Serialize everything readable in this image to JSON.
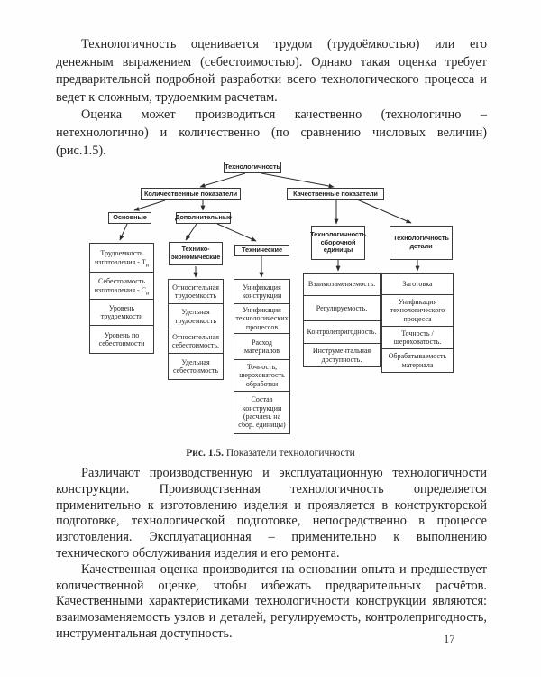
{
  "page": {
    "paragraphs": {
      "p1": "Технологичность оценивается трудом (трудоёмкостью) или его денежным выражением (себестоимостью). Однако такая оценка требует предварительной подробной разработки всего технологического процесса и ведет к сложным, трудоемким расчетам.",
      "p2": "Оценка может производиться качественно (технологично – нетехнологично) и количественно (по сравнению числовых величин) (рис.1.5).",
      "p3": "Различают производственную и эксплуатационную технологичности конструкции. Производственная технологичность определяется применительно к изготовлению изделия и проявляется в конструкторской подготовке, технологической подготовке, непосредственно в процессе изготовления. Эксплуатационная – применительно к выполнению технического обслуживания изделия и его ремонта.",
      "p4": "Качественная оценка производится на основании опыта и предшествует количественной оценке, чтобы избежать предварительных расчётов. Качественными характеристиками технологичности конструкции являются: взаимозаменяемость узлов и деталей, регулируемость, контролепригодность, инструментальная доступность."
    },
    "caption": {
      "label": "Рис. 1.5.",
      "text": " Показатели технологичности"
    },
    "page_number": "17"
  },
  "diagram": {
    "root": "Технологичность",
    "quantitative": "Количественные показатели",
    "qualitative": "Качественные показатели",
    "basic": "Основные",
    "additional": "Дополнительные",
    "tech_economic": "Технико-экономические",
    "technical": "Технические",
    "assembly_unit": "Технологичность сборочной единицы",
    "part": "Технологичность детали",
    "basic_items": [
      {
        "text": "Трудоемкость изготовления - Т",
        "sub": "и"
      },
      {
        "text": "Себестоимость изготовления - С",
        "sub": "и"
      },
      {
        "text": "Уровень трудоемкости",
        "sub": ""
      },
      {
        "text": "Уровень по себестоимости",
        "sub": ""
      }
    ],
    "tech_economic_items": [
      "Относительная трудоемкость",
      "Удельная трудоемкость",
      "Относительная себестоимость.",
      "Удельная себестоимость"
    ],
    "technical_items": [
      "Унификация конструкции",
      "Унификация технологических процессов",
      "Расход материалов",
      "Точность, шероховатость обработки",
      "Состав конструкции (расчлен. на сбор. единицы)"
    ],
    "assembly_items": [
      "Взаимозаменяемость.",
      "Регулируемость.",
      "Контролепригодность.",
      "Инструментальная доступность."
    ],
    "part_items": [
      "Заготовка",
      "Унификация технологического процесса",
      "Точность / шероховатость.",
      "Обрабатываемость материала"
    ]
  },
  "colors": {
    "ink": "#2b2b2b",
    "border": "#3a3a3a",
    "background": "#fefefe"
  }
}
